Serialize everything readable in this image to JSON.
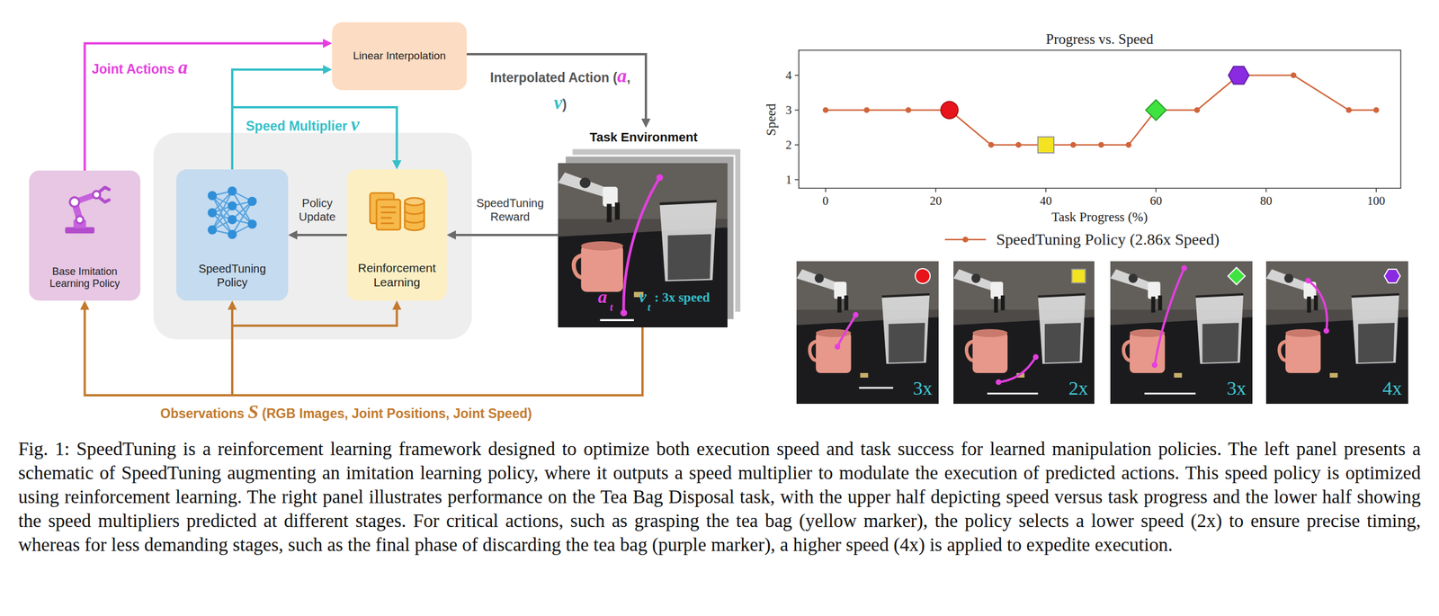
{
  "diagram": {
    "caption": "Fig. 1: SpeedTuning is a reinforcement learning framework designed to optimize both execution speed and task success for learned manipulation policies. The left panel presents a schematic of SpeedTuning augmenting an imitation learning policy, where it outputs a speed multiplier to modulate the execution of predicted actions. This speed policy is optimized using reinforcement learning. The right panel illustrates performance on the Tea Bag Disposal task, with the upper half depicting speed versus task progress and the lower half showing the speed multipliers predicted at different stages. For critical actions, such as grasping the tea bag (yellow marker), the policy selects a lower speed (2x) to ensure precise timing, whereas for less demanding stages, such as the final phase of discarding the tea bag (purple marker), a higher speed (4x) is applied to expedite execution.",
    "nodes": [
      {
        "text": [
          "Base Imitation Learning Policy"
        ]
      },
      {
        "text": [
          "Linear Interpolation"
        ]
      },
      {
        "text": [
          "SpeedTuning Policy"
        ]
      },
      {
        "text": [
          "Reinforcement Learning"
        ]
      },
      {
        "text": [
          "Task Environment"
        ]
      }
    ],
    "edges": [
      {
        "from": 0,
        "to": 1,
        "arrow": "to",
        "label": "Joint Actions a"
      },
      {
        "from": 2,
        "to": 1,
        "arrow": "to",
        "label": "Speed Multiplier v"
      },
      {
        "from": 2,
        "to": 3,
        "arrow": "to"
      },
      {
        "from": 1,
        "to": 4,
        "arrow": "to",
        "label": "Interpolated Action (a, v)"
      },
      {
        "from": 4,
        "to": 3,
        "arrow": "to",
        "label": "SpeedTuning Reward"
      },
      {
        "from": 3,
        "to": 2,
        "arrow": "to",
        "label": "Policy Update"
      },
      {
        "from": 4,
        "to": 0,
        "arrow": "to",
        "label": "Observations S (RGB Images, Joint Positions, Joint Speed)"
      },
      {
        "from": 4,
        "to": 2,
        "arrow": "to"
      },
      {
        "from": 4,
        "to": 3,
        "arrow": "to"
      }
    ],
    "labels": [
      "a",
      "t",
      "v",
      "t",
      ": 3x speed",
      "Progress vs. Speed",
      "4",
      "3",
      "2",
      "1",
      "Speed",
      "0",
      "20",
      "40",
      "60",
      "80",
      "100",
      "Task Progress (%)",
      "3x",
      "2x",
      "3x",
      "4x"
    ],
    "legend": [
      {
        "text": "SpeedTuning Policy (2.86x Speed)"
      }
    ]
  }
}
